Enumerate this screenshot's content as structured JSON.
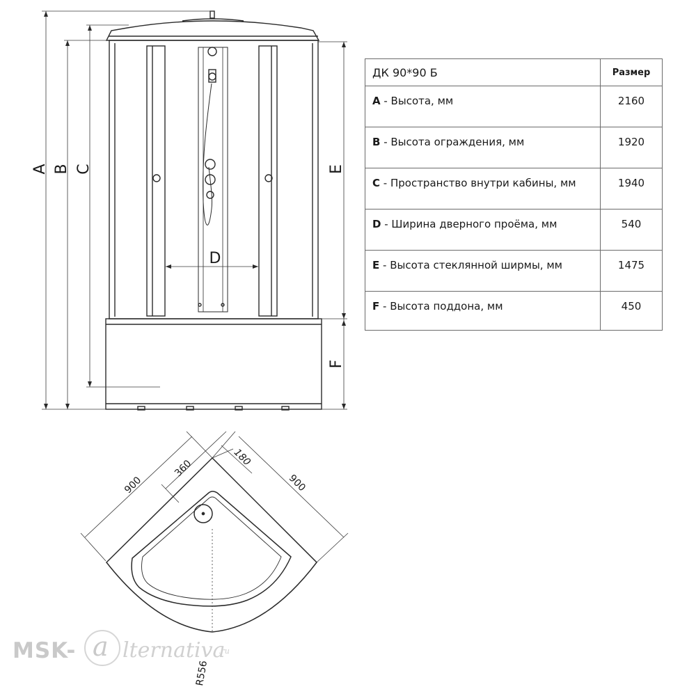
{
  "table": {
    "model": "ДК 90*90 Б",
    "size_header": "Размер",
    "rows": [
      {
        "code": "A",
        "label": " - Высота, мм",
        "value": "2160"
      },
      {
        "code": "B",
        "label": " - Высота ограждения, мм",
        "value": "1920"
      },
      {
        "code": "C",
        "label": " - Пространство внутри кабины, мм",
        "value": "1940"
      },
      {
        "code": "D",
        "label": " - Ширина дверного проёма, мм",
        "value": "540"
      },
      {
        "code": "E",
        "label": " - Высота стеклянной ширмы, мм",
        "value": "1475"
      },
      {
        "code": "F",
        "label": " - Высота поддона, мм",
        "value": "450"
      }
    ]
  },
  "front_view": {
    "labels": {
      "a": "A",
      "b": "B",
      "c": "C",
      "d": "D",
      "e": "E",
      "f": "F"
    }
  },
  "plan_view": {
    "width_left": "900",
    "width_right": "900",
    "dim_360": "360",
    "dim_180": "180",
    "radius": "R556"
  },
  "logo": {
    "part1": "MSK-",
    "at": "a",
    "part2": "lternativa",
    "part3": ".ru"
  },
  "colors": {
    "line": "#2a2a2a",
    "logo": "#c9c9c9"
  }
}
